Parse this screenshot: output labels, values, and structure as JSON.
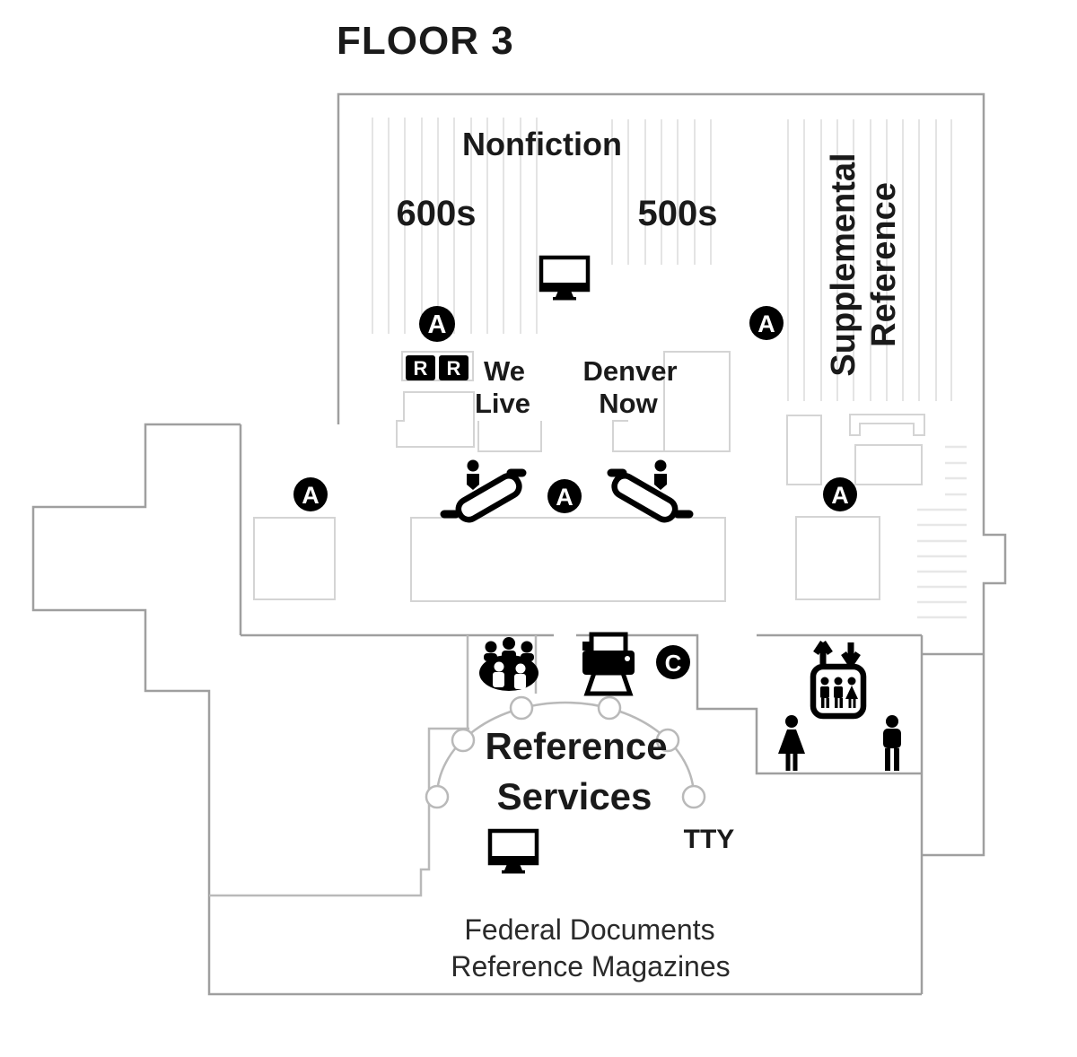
{
  "title": "FLOOR 3",
  "map": {
    "nonfiction": {
      "label": "Nonfiction",
      "left_section": "600s",
      "right_section": "500s"
    },
    "supplemental": {
      "line1": "Supplemental",
      "line2": "Reference"
    },
    "we_live": {
      "line1": "We",
      "line2": "Live"
    },
    "denver_now": {
      "line1": "Denver",
      "line2": "Now"
    },
    "reference_services": {
      "line1": "Reference",
      "line2": "Services"
    },
    "tty_label": "TTY",
    "federal": {
      "line1": "Federal Documents",
      "line2": "Reference Magazines"
    }
  },
  "badges": {
    "accessibility": "A",
    "restroom": "R",
    "copier": "C"
  },
  "icons": {
    "escalator_up": "escalator-up-icon",
    "escalator_down": "escalator-down-icon",
    "computer": "computer-icon",
    "printer": "printer-copier-icon",
    "elevator": "elevator-icon",
    "mens_restroom": "mens-restroom-icon",
    "womens_restroom": "womens-restroom-icon",
    "meeting_area": "meeting-area-icon"
  },
  "colors": {
    "wall": "#9f9f9f",
    "interior_wall": "#b9b9b9",
    "room_outline": "#d4d4d4",
    "stacks": "#e4e4e4",
    "icon": "#000000",
    "text": "#1a1a1a"
  }
}
